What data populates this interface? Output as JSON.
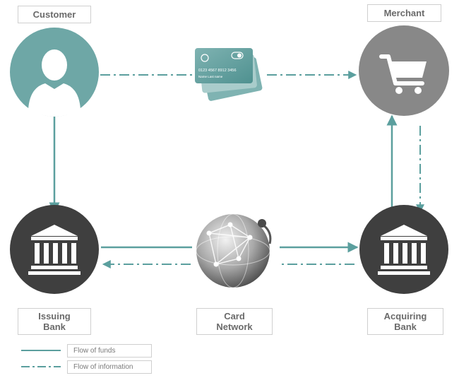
{
  "labels": {
    "customer": "Customer",
    "merchant": "Merchant",
    "issuing_bank_line1": "Issuing",
    "issuing_bank_line2": "Bank",
    "card_network_line1": "Card",
    "card_network_line2": "Network",
    "acquiring_bank_line1": "Acquiring",
    "acquiring_bank_line2": "Bank"
  },
  "card": {
    "number": "0123 4567 8912 3456",
    "name": "Name Last name"
  },
  "legend": {
    "funds": "Flow of funds",
    "information": "Flow of information"
  },
  "colors": {
    "teal": "#5b9f9e",
    "customer_circle": "#6ea7a6",
    "merchant_circle": "#888888",
    "bank_circle": "#3f3f3f",
    "label_text": "#6a6a6a",
    "box_border": "#cfcfcf"
  },
  "icons": {
    "customer": "person-icon",
    "merchant": "shopping-cart-icon",
    "issuing_bank": "bank-building-icon",
    "acquiring_bank": "bank-building-icon",
    "card_network": "globe-network-icon",
    "payment_card": "credit-card-icon"
  }
}
